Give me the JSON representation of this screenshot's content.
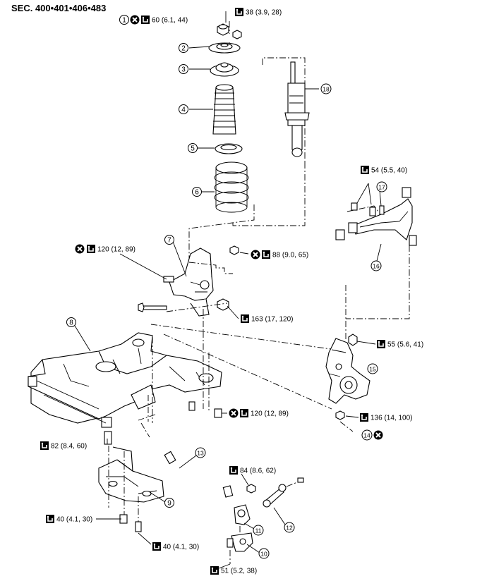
{
  "header": {
    "section": "SEC. 400•401•406•483"
  },
  "callouts": {
    "c1": {
      "num": "1"
    },
    "c2": {
      "num": "2"
    },
    "c3": {
      "num": "3"
    },
    "c4": {
      "num": "4"
    },
    "c5": {
      "num": "5"
    },
    "c6": {
      "num": "6"
    },
    "c7": {
      "num": "7"
    },
    "c8": {
      "num": "8"
    },
    "c9": {
      "num": "9"
    },
    "c10": {
      "num": "10"
    },
    "c11": {
      "num": "11"
    },
    "c12": {
      "num": "12"
    },
    "c13": {
      "num": "13"
    },
    "c14": {
      "num": "14"
    },
    "c15": {
      "num": "15"
    },
    "c16": {
      "num": "16"
    },
    "c17": {
      "num": "17"
    },
    "c18": {
      "num": "18"
    }
  },
  "torques": {
    "t60": "60 (6.1, 44)",
    "t38": "38 (3.9, 28)",
    "t54": "54 (5.5, 40)",
    "t120a": "120 (12, 89)",
    "t88": "88 (9.0, 65)",
    "t163": "163 (17, 120)",
    "t55": "55 (5.6, 41)",
    "t120b": "120 (12, 89)",
    "t136": "136 (14, 100)",
    "t82": "82 (8.4, 60)",
    "t84": "84 (8.6, 62)",
    "t40a": "40 (4.1, 30)",
    "t40b": "40 (4.1, 30)",
    "t51": "51 (5.2, 38)"
  },
  "icons": {
    "torque": "torque-wrench-icon",
    "never_reuse": "never-reuse-icon"
  }
}
